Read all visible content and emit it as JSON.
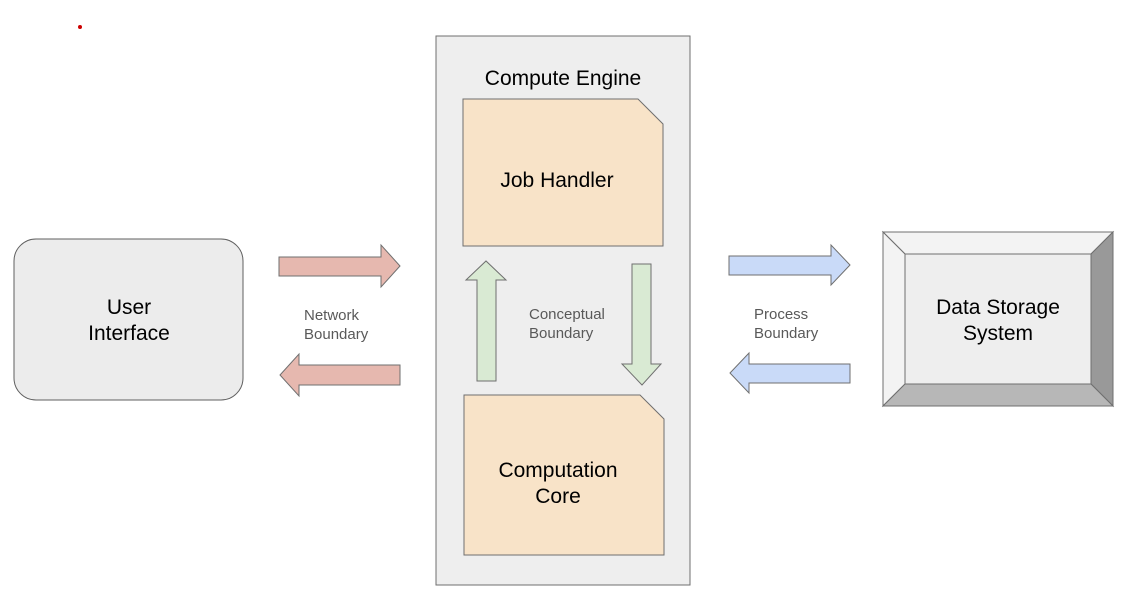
{
  "diagram": {
    "user_interface": {
      "line1": "User",
      "line2": "Interface"
    },
    "network_boundary": {
      "line1": "Network",
      "line2": "Boundary"
    },
    "compute_engine": {
      "title": "Compute Engine"
    },
    "job_handler": {
      "label": "Job Handler"
    },
    "computation_core": {
      "line1": "Computation",
      "line2": "Core"
    },
    "conceptual_boundary": {
      "line1": "Conceptual",
      "line2": "Boundary"
    },
    "process_boundary": {
      "line1": "Process",
      "line2": "Boundary"
    },
    "data_storage": {
      "line1": "Data Storage",
      "line2": "System"
    }
  },
  "colors": {
    "rounded_box_fill": "#ececec",
    "container_fill": "#eeeeee",
    "doc_fill": "#f8e3c8",
    "red_arrow": "#e6b8af",
    "green_arrow": "#d9ead3",
    "blue_arrow": "#c9daf8",
    "bevel_light": "#f3f3f3",
    "bevel_dark": "#b7b7b7",
    "dot": "#cc0000"
  }
}
